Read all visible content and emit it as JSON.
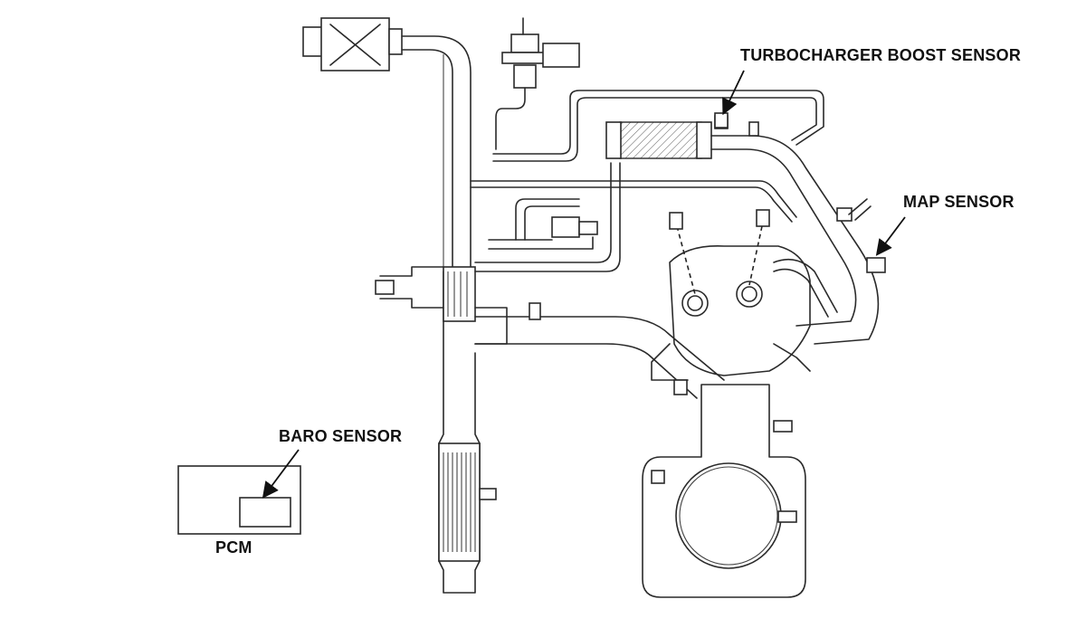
{
  "labels": {
    "turbo_boost_sensor": "TURBOCHARGER BOOST SENSOR",
    "map_sensor": "MAP SENSOR",
    "baro_sensor": "BARO SENSOR",
    "pcm": "PCM"
  },
  "colors": {
    "line": "#2a2a2a",
    "background": "#ffffff",
    "text": "#111111"
  }
}
